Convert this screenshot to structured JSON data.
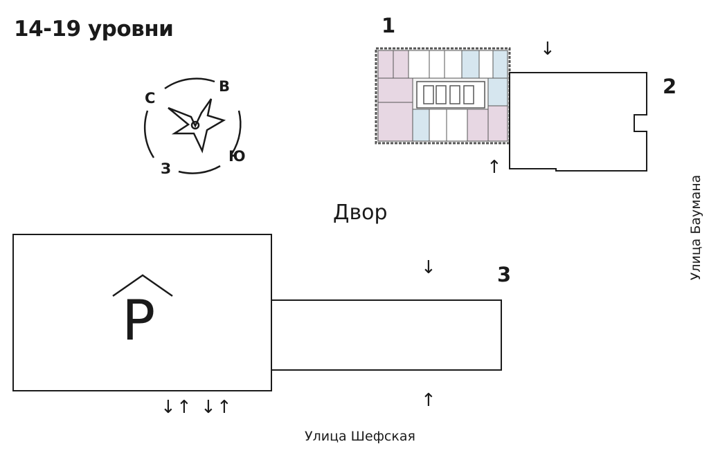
{
  "title": "14-19 уровни",
  "compass": {
    "north": "С",
    "east": "В",
    "south": "Ю",
    "west": "З"
  },
  "buildings": [
    {
      "number": "1",
      "status": "selected"
    },
    {
      "number": "2",
      "status": "outline"
    },
    {
      "number": "3",
      "status": "outline"
    }
  ],
  "labels": {
    "yard": "Двор",
    "street_bottom": "Улица Шефская",
    "street_right": "Улица Баумана",
    "parking": "P"
  },
  "arrows": {
    "down": "↓",
    "up": "↑"
  },
  "colors": {
    "line": "#1a1a1a",
    "floorplan_pink": "#e7d7e3",
    "floorplan_blue": "#d6e6ef",
    "floorplan_wall": "#555555"
  }
}
